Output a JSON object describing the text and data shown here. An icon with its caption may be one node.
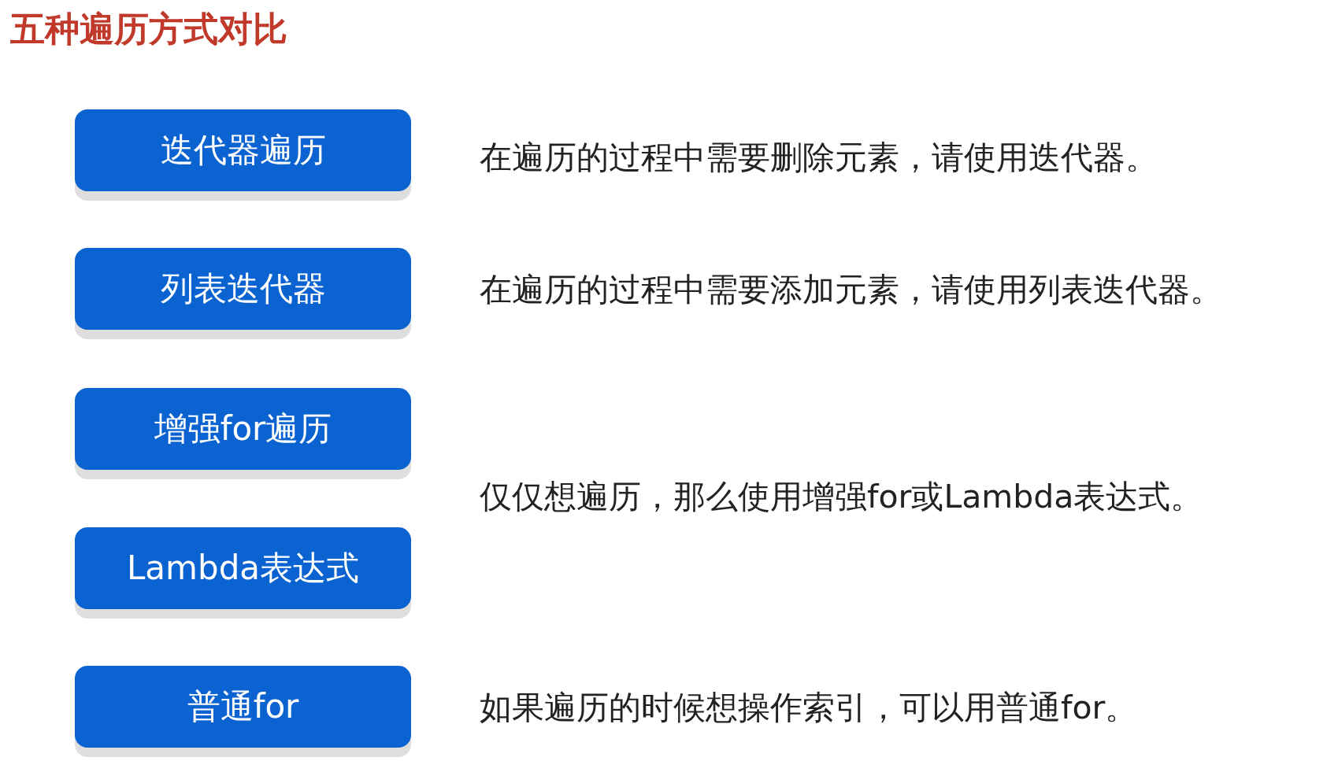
{
  "diagram": {
    "title": "五种遍历方式对比",
    "nodes": [
      {
        "text": [
          "迭代器遍历"
        ]
      },
      {
        "text": [
          "列表迭代器"
        ]
      },
      {
        "text": [
          "增强for遍历"
        ]
      },
      {
        "text": [
          "Lambda表达式"
        ]
      },
      {
        "text": [
          "普通for"
        ]
      }
    ],
    "labels": [
      "在遍历的过程中需要删除元素，请使用迭代器。",
      "在遍历的过程中需要添加元素，请使用列表迭代器。",
      "仅仅想遍历，那么使用增强for或Lambda表达式。",
      "如果遍历的时候想操作索引，可以用普通for。"
    ]
  }
}
